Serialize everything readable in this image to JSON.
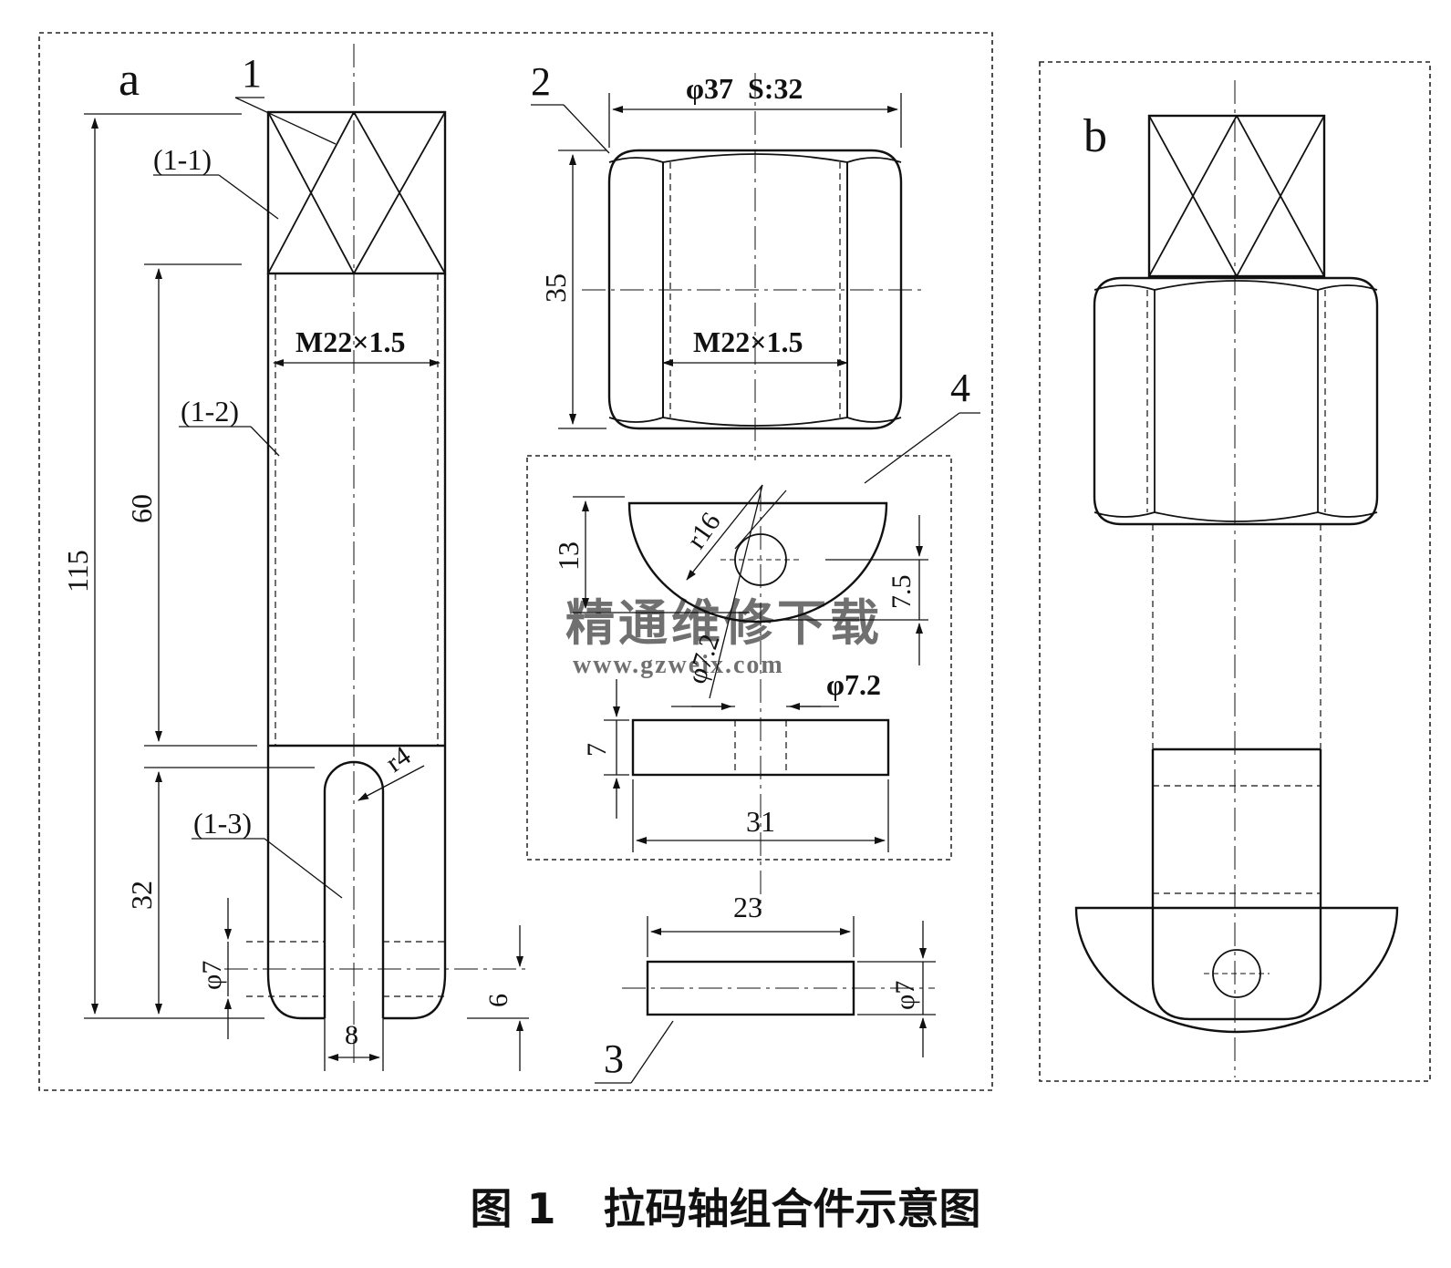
{
  "panels": {
    "a_label": "a",
    "b_label": "b"
  },
  "callouts": {
    "part_1": "1",
    "part_2": "2",
    "part_3": "3",
    "part_4": "4",
    "sub_1_1": "(1-1)",
    "sub_1_2": "(1-2)",
    "sub_1_3": "(1-3)"
  },
  "dimensions": {
    "shaft_total_length": "115",
    "shaft_thread_length": "60",
    "shaft_slot_length": "32",
    "shaft_thread": "M22×1.5",
    "slot_radius": "r4",
    "pin_hole_dia": "φ7",
    "hole_offset": "6",
    "slot_width": "8",
    "nut_dia_and_flats": "φ37  S:32",
    "nut_height": "35",
    "nut_thread": "M22×1.5",
    "block_height": "13",
    "block_radius": "r16",
    "hole_center_height": "7.5",
    "block_hole_dia_left": "φ7.2",
    "block_hole_dia_right": "φ7.2",
    "block_thickness": "7",
    "block_width": "31",
    "pin_length": "23",
    "pin_dia": "φ7"
  },
  "watermark": {
    "line1": "精通维修下载",
    "line2": "www.gzweix.com",
    "color": "#f3b38a"
  },
  "caption": {
    "figure_no": "图 1",
    "title": "拉码轴组合件示意图"
  }
}
